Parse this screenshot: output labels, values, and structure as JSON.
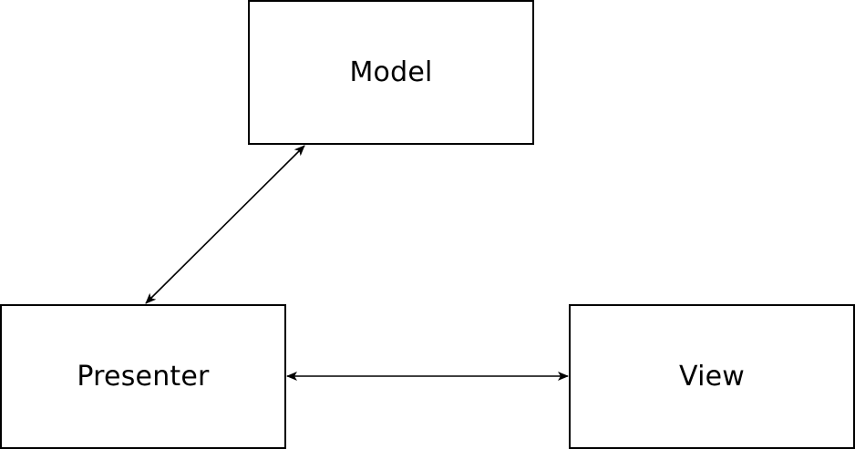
{
  "diagram": {
    "nodes": {
      "model": {
        "label": "Model"
      },
      "presenter": {
        "label": "Presenter"
      },
      "view": {
        "label": "View"
      }
    },
    "edges": [
      {
        "from": "presenter",
        "to": "model",
        "direction": "bidirectional"
      },
      {
        "from": "presenter",
        "to": "view",
        "direction": "bidirectional"
      }
    ],
    "colors": {
      "stroke": "#000000",
      "background": "#ffffff"
    }
  }
}
